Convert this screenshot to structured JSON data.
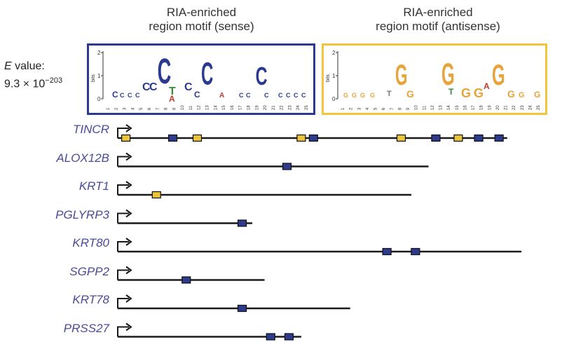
{
  "motifs": {
    "sense": {
      "title_line1": "RIA-enriched",
      "title_line2": "region motif (sense)",
      "border_color": "#2b3a8f",
      "y_axis_label": "bits",
      "y_ticks": [
        "2",
        "1",
        "0"
      ],
      "positions": [
        "1",
        "2",
        "3",
        "4",
        "5",
        "6",
        "7",
        "8",
        "9",
        "10",
        "11",
        "12",
        "13",
        "14",
        "15",
        "16",
        "17",
        "18",
        "19",
        "20",
        "21",
        "22",
        "23",
        "24",
        "25"
      ]
    },
    "antisense": {
      "title_line1": "RIA-enriched",
      "title_line2": "region motif (antisense)",
      "border_color": "#f2c63a",
      "y_axis_label": "bits",
      "y_ticks": [
        "2",
        "1",
        "0"
      ],
      "positions": [
        "1",
        "2",
        "3",
        "4",
        "5",
        "6",
        "7",
        "8",
        "9",
        "10",
        "11",
        "12",
        "13",
        "14",
        "15",
        "16",
        "17",
        "18",
        "19",
        "20",
        "21",
        "22",
        "23",
        "24",
        "25"
      ]
    }
  },
  "evalue": {
    "label_italic": "E",
    "label_rest": " value:",
    "value": "9.3 × 10",
    "exponent": "−203"
  },
  "colors": {
    "sense_site": "#2e3a8c",
    "antisense_site": "#e8c43a",
    "gene_line": "#1a1a1a",
    "gene_label": "#4a4a9a"
  },
  "genes": [
    {
      "name": "TINCR",
      "end": 0.955,
      "sites": [
        {
          "pos": 0.02,
          "type": "antisense"
        },
        {
          "pos": 0.135,
          "type": "sense"
        },
        {
          "pos": 0.195,
          "type": "antisense"
        },
        {
          "pos": 0.45,
          "type": "antisense"
        },
        {
          "pos": 0.48,
          "type": "sense"
        },
        {
          "pos": 0.695,
          "type": "antisense"
        },
        {
          "pos": 0.78,
          "type": "sense"
        },
        {
          "pos": 0.835,
          "type": "antisense"
        },
        {
          "pos": 0.885,
          "type": "sense"
        },
        {
          "pos": 0.935,
          "type": "sense"
        }
      ]
    },
    {
      "name": "ALOX12B",
      "end": 0.762,
      "sites": [
        {
          "pos": 0.415,
          "type": "sense"
        }
      ]
    },
    {
      "name": "KRT1",
      "end": 0.72,
      "sites": [
        {
          "pos": 0.095,
          "type": "antisense"
        }
      ]
    },
    {
      "name": "PGLYRP3",
      "end": 0.33,
      "sites": [
        {
          "pos": 0.305,
          "type": "sense"
        }
      ]
    },
    {
      "name": "KRT80",
      "end": 0.99,
      "sites": [
        {
          "pos": 0.66,
          "type": "sense"
        },
        {
          "pos": 0.73,
          "type": "sense"
        }
      ]
    },
    {
      "name": "SGPP2",
      "end": 0.36,
      "sites": [
        {
          "pos": 0.168,
          "type": "sense"
        }
      ]
    },
    {
      "name": "KRT78",
      "end": 0.57,
      "sites": [
        {
          "pos": 0.305,
          "type": "sense"
        }
      ]
    },
    {
      "name": "PRSS27",
      "end": 0.45,
      "sites": [
        {
          "pos": 0.375,
          "type": "sense"
        },
        {
          "pos": 0.42,
          "type": "sense"
        }
      ]
    }
  ]
}
